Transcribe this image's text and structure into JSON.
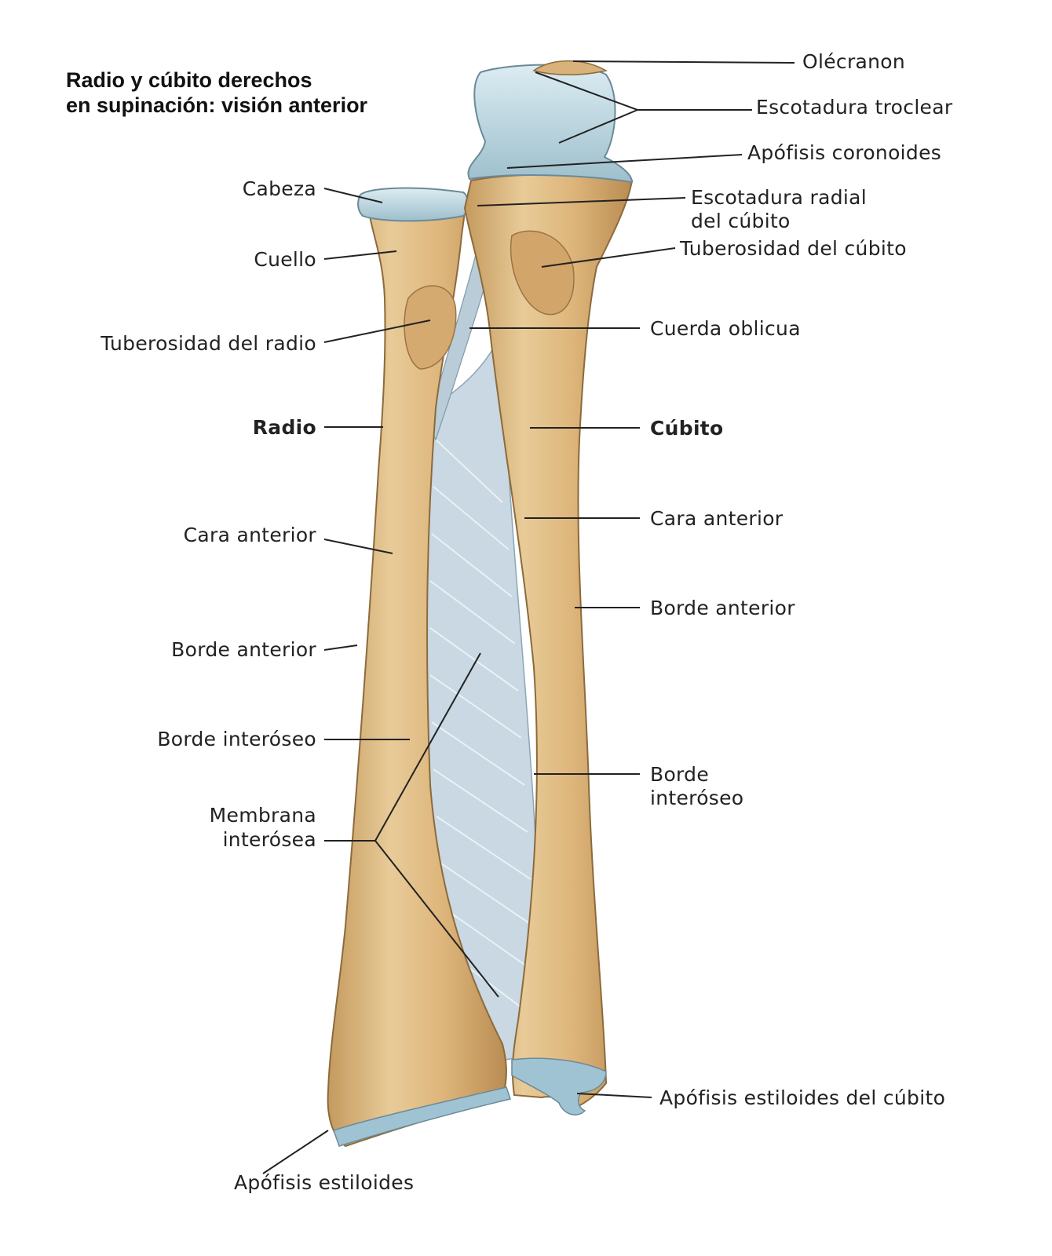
{
  "title": {
    "line1": "Radio y cúbito derechos",
    "line2": "en supinación: visión anterior"
  },
  "labels": {
    "olecranon": "Olécranon",
    "escotadura_troclear": "Escotadura troclear",
    "apofisis_coronoides": "Apófisis coronoides",
    "escotadura_radial_1": "Escotadura radial",
    "escotadura_radial_2": "del cúbito",
    "tuberosidad_cubito": "Tuberosidad del cúbito",
    "cuerda_oblicua": "Cuerda oblicua",
    "cubito": "Cúbito",
    "cara_anterior_cubito": "Cara anterior",
    "borde_anterior_cubito": "Borde anterior",
    "borde_interoseo_cubito_1": "Borde",
    "borde_interoseo_cubito_2": "interóseo",
    "apofisis_estiloides_cubito": "Apófisis estiloides del cúbito",
    "cabeza": "Cabeza",
    "cuello": "Cuello",
    "tuberosidad_radio": "Tuberosidad del radio",
    "radio": "Radio",
    "cara_anterior_radio": "Cara anterior",
    "borde_anterior_radio": "Borde anterior",
    "borde_interoseo_radio": "Borde interóseo",
    "membrana_1": "Membrana",
    "membrana_2": "interósea",
    "apofisis_estiloides": "Apófisis estiloides"
  },
  "colors": {
    "bone": "#d9b27a",
    "bone_light": "#ecd3a4",
    "bone_shadow": "#b98c52",
    "cartilage": "#a9c9d6",
    "membrane": "#c7d6e0",
    "leader": "#222222"
  }
}
